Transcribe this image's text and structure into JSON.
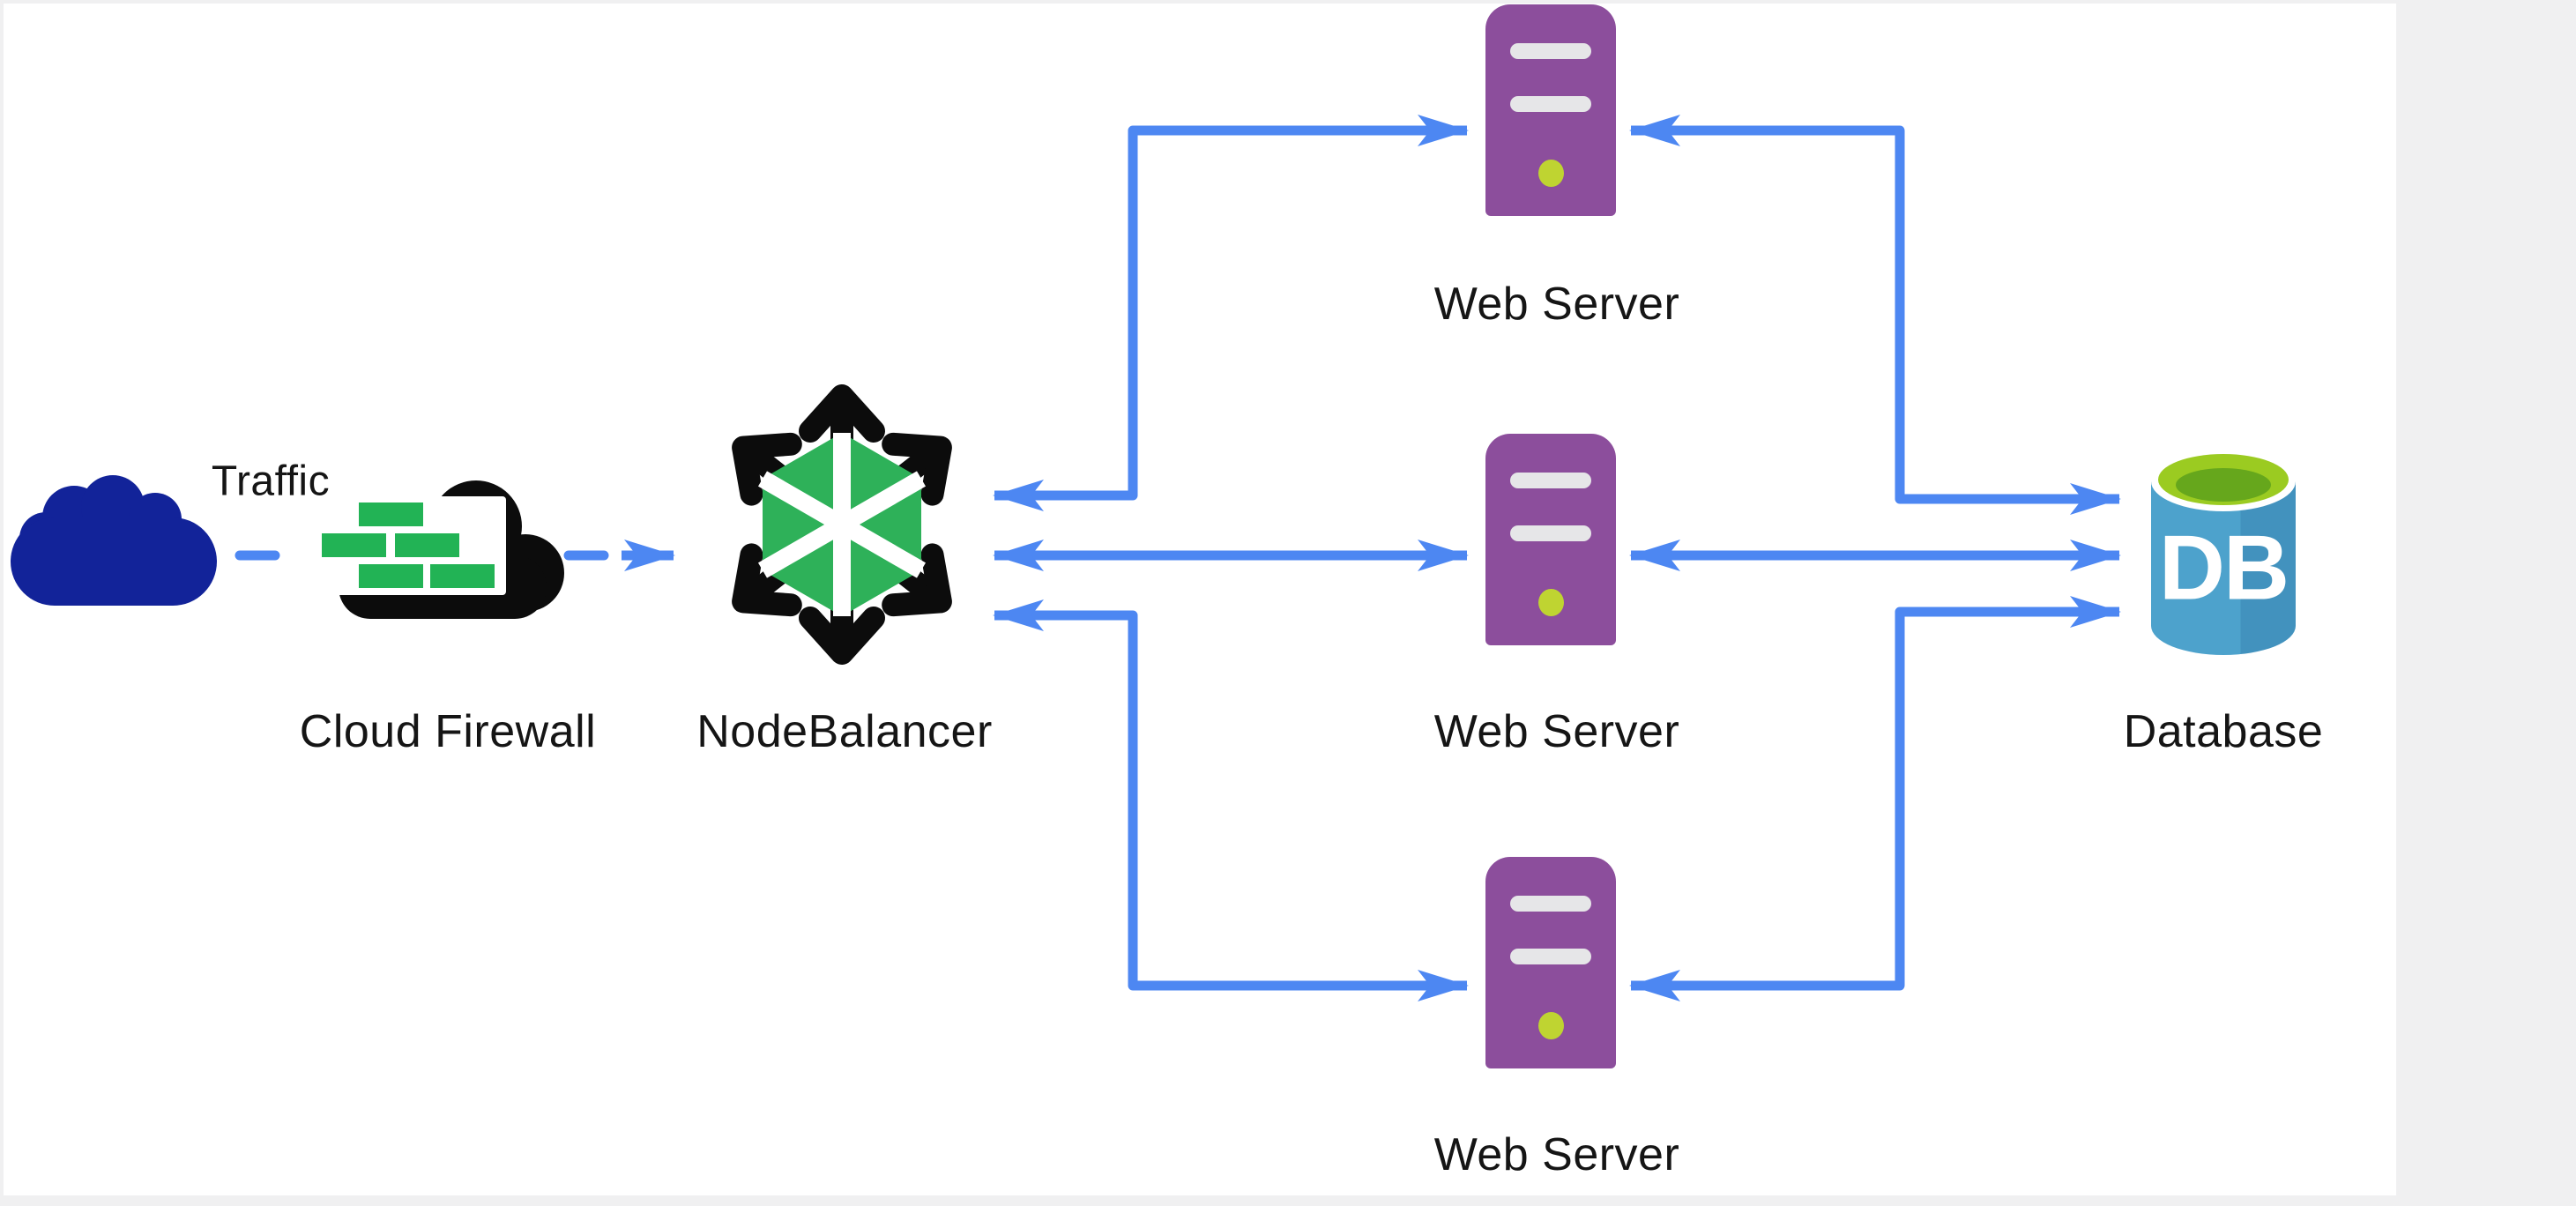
{
  "diagram": {
    "type": "architecture-diagram",
    "nodes": [
      {
        "id": "traffic",
        "label": "Traffic",
        "icon": "cloud-icon"
      },
      {
        "id": "cloud-firewall",
        "label": "Cloud Firewall",
        "icon": "firewall-brick-cloud-icon"
      },
      {
        "id": "nodebalancer",
        "label": "NodeBalancer",
        "icon": "nodebalancer-hexagon-icon"
      },
      {
        "id": "web-server-1",
        "label": "Web Server",
        "icon": "server-tower-icon"
      },
      {
        "id": "web-server-2",
        "label": "Web Server",
        "icon": "server-tower-icon"
      },
      {
        "id": "web-server-3",
        "label": "Web Server",
        "icon": "server-tower-icon"
      },
      {
        "id": "database",
        "label": "Database",
        "icon": "database-cylinder-icon",
        "badge": "DB"
      }
    ],
    "edges": [
      {
        "from": "traffic",
        "to": "cloud-firewall",
        "style": "dashed",
        "arrows": "none"
      },
      {
        "from": "cloud-firewall",
        "to": "nodebalancer",
        "style": "dashed",
        "arrows": "forward"
      },
      {
        "from": "nodebalancer",
        "to": "web-server-1",
        "style": "solid",
        "arrows": "both"
      },
      {
        "from": "nodebalancer",
        "to": "web-server-2",
        "style": "solid",
        "arrows": "both"
      },
      {
        "from": "nodebalancer",
        "to": "web-server-3",
        "style": "solid",
        "arrows": "both"
      },
      {
        "from": "web-server-1",
        "to": "database",
        "style": "solid",
        "arrows": "both"
      },
      {
        "from": "web-server-2",
        "to": "database",
        "style": "solid",
        "arrows": "both"
      },
      {
        "from": "web-server-3",
        "to": "database",
        "style": "solid",
        "arrows": "both"
      }
    ],
    "colors": {
      "connector_blue": "#4D87F2",
      "traffic_cloud_navy": "#122399",
      "firewall_black": "#0C0C0C",
      "firewall_brick_green": "#22B355",
      "nodebalancer_green": "#2EB159",
      "server_purple": "#8C4E9C",
      "server_led_lime": "#BFD431",
      "database_blue": "#4DA2CC",
      "database_top_green": "#9BCB21",
      "label_text": "#151515",
      "canvas_white": "#FFFFFF",
      "page_background": "#F0F0F1"
    }
  }
}
